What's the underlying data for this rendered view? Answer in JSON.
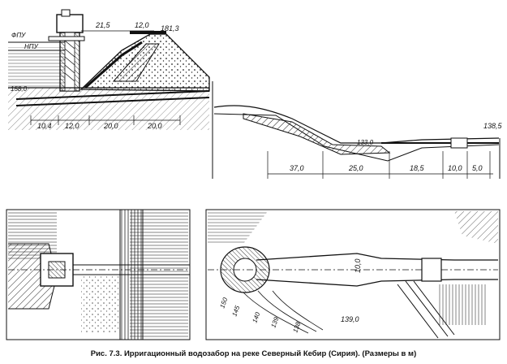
{
  "caption": "Рис. 7.3. Ирригационный водозабор на реке Северный Кебир (Сирия). (Размеры в м)",
  "panels": {
    "section_dam": {
      "labels": {
        "fpu": "ФПУ",
        "npu": "НПУ",
        "elev_top": "181,3",
        "elev_bottom": "158,0"
      },
      "dims_top": [
        "21,5",
        "12,0"
      ],
      "dims_bottom": [
        "10,4",
        "12,0",
        "20,0",
        "20,0"
      ]
    },
    "section_outlet": {
      "labels": {
        "elev_right": "138,5",
        "elev_mid": "133,0"
      },
      "dims_bottom": [
        "37,0",
        "25,0",
        "18,5",
        "10,0",
        "5,0"
      ]
    },
    "plan_left": {},
    "plan_right": {
      "dims": {
        "width": "10,0"
      },
      "contours": [
        "150",
        "145",
        "140",
        "139",
        "138"
      ],
      "elev": "139,0"
    }
  }
}
